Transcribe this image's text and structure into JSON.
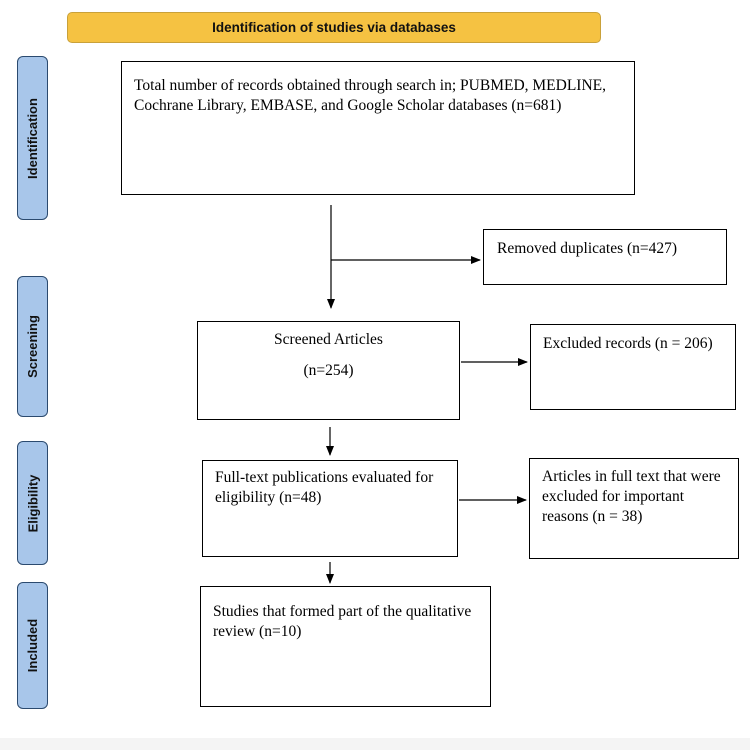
{
  "header": {
    "title": "Identification of studies via databases"
  },
  "phases": {
    "identification": "Identification",
    "screening": "Screening",
    "eligibility": "Eligibility",
    "included": "Included"
  },
  "boxes": {
    "records_obtained": "Total number of records obtained through search in; PUBMED, MEDLINE, Cochrane Library, EMBASE, and Google Scholar databases (n=681)",
    "removed_duplicates": "Removed duplicates (n=427)",
    "screened_title": "Screened Articles",
    "screened_count": "(n=254)",
    "excluded_records": "Excluded records (n = 206)",
    "fulltext_evaluated": "Full-text publications evaluated for eligibility (n=48)",
    "fulltext_excluded": "Articles in full text that were excluded for important reasons (n = 38)",
    "included_studies": "Studies that formed part of the qualitative review (n=10)"
  }
}
